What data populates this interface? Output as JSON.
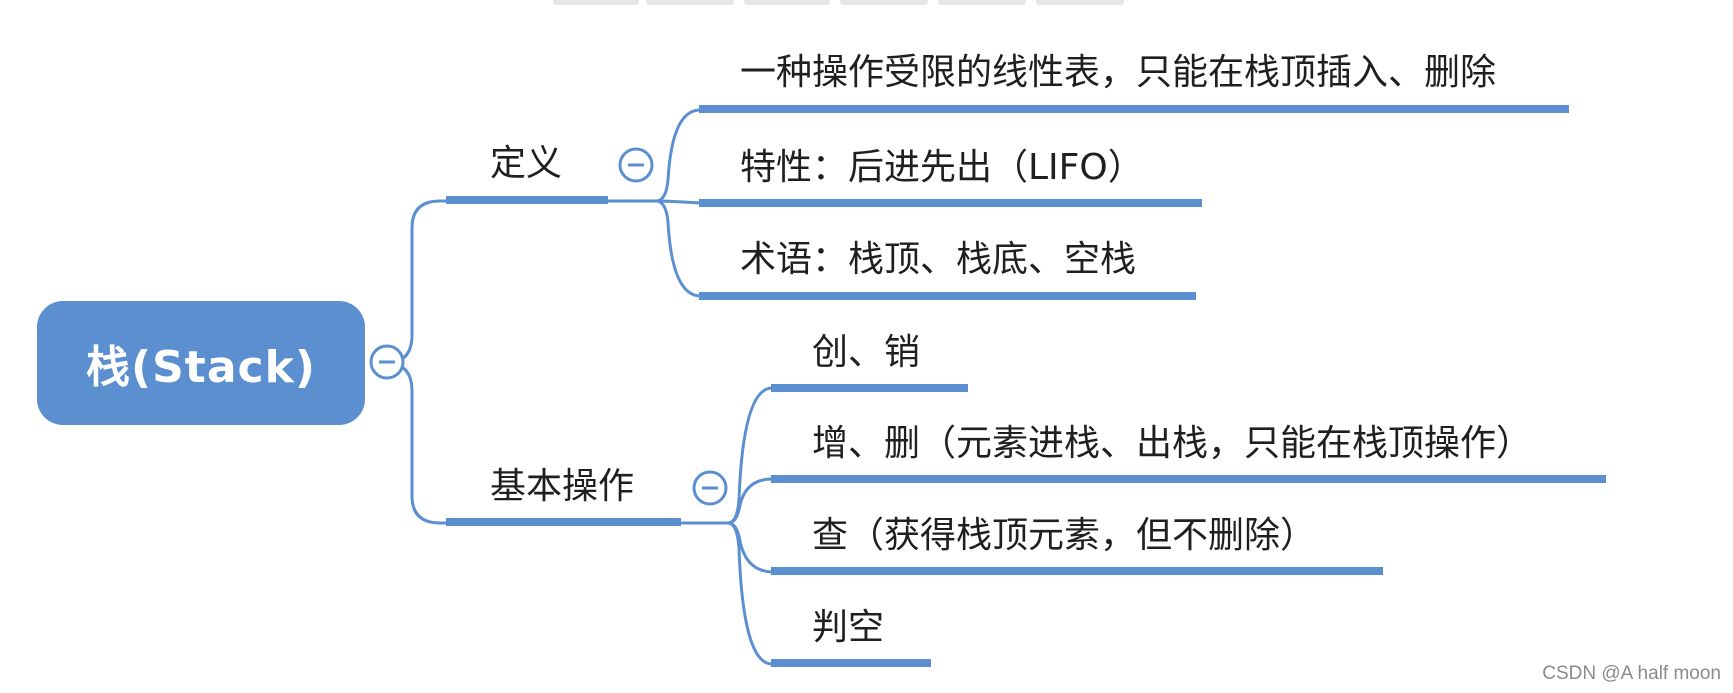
{
  "colors": {
    "accent": "#5b8fd0",
    "line": "#5b8fd0",
    "text": "#1f1f1f"
  },
  "root": {
    "label": "栈(Stack)",
    "collapse_icon": "minus-circle-icon"
  },
  "branches": [
    {
      "label": "定义",
      "collapse_icon": "minus-circle-icon",
      "children": [
        {
          "label": "一种操作受限的线性表，只能在栈顶插入、删除"
        },
        {
          "label": "特性：后进先出（LIFO）"
        },
        {
          "label": "术语：栈顶、栈底、空栈"
        }
      ]
    },
    {
      "label": "基本操作",
      "collapse_icon": "minus-circle-icon",
      "children": [
        {
          "label": "创、销"
        },
        {
          "label": "增、删（元素进栈、出栈，只能在栈顶操作）"
        },
        {
          "label": "查（获得栈顶元素，但不删除）"
        },
        {
          "label": "判空"
        }
      ]
    }
  ],
  "watermark": "CSDN @A half moon"
}
